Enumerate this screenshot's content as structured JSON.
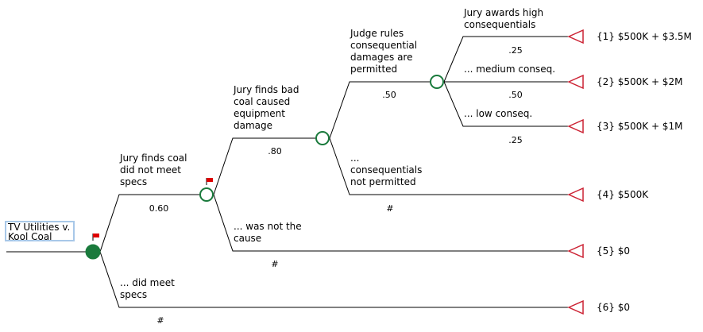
{
  "root": {
    "label": "TV Utilities v.\nKool Coal"
  },
  "branches": {
    "coal_not_meet_specs": {
      "label": "Jury finds coal\ndid not meet\nspecs",
      "prob": "0.60"
    },
    "did_meet_specs": {
      "label": "... did meet\nspecs",
      "prob": "#"
    },
    "bad_coal_caused_damage": {
      "label": "Jury finds bad\ncoal caused\nequipment\ndamage",
      "prob": ".80"
    },
    "was_not_cause": {
      "label": "... was not the\ncause",
      "prob": "#"
    },
    "consequentials_permitted": {
      "label": "Judge rules\nconsequential\ndamages are\npermitted",
      "prob": ".50"
    },
    "consequentials_not_permitted": {
      "label": "...\nconsequentials\nnot permitted",
      "prob": "#"
    },
    "high_conseq": {
      "label": "Jury awards high\nconsequentials",
      "prob": ".25"
    },
    "medium_conseq": {
      "label": "... medium conseq.",
      "prob": ".50"
    },
    "low_conseq": {
      "label": "... low conseq.",
      "prob": ".25"
    }
  },
  "outcomes": [
    "{1} $500K + $3.5M",
    "{2} $500K + $2M",
    "{3} $500K + $1M",
    "{4} $500K",
    "{5} $0",
    "{6} $0"
  ],
  "colors": {
    "decision_node": "#1a7a3c",
    "chance_node": "#1a7a3c",
    "terminal_node": "#cc2233",
    "flag": "#dd0000",
    "lines": "#000000",
    "root_box_border": "#a8c8e8"
  }
}
